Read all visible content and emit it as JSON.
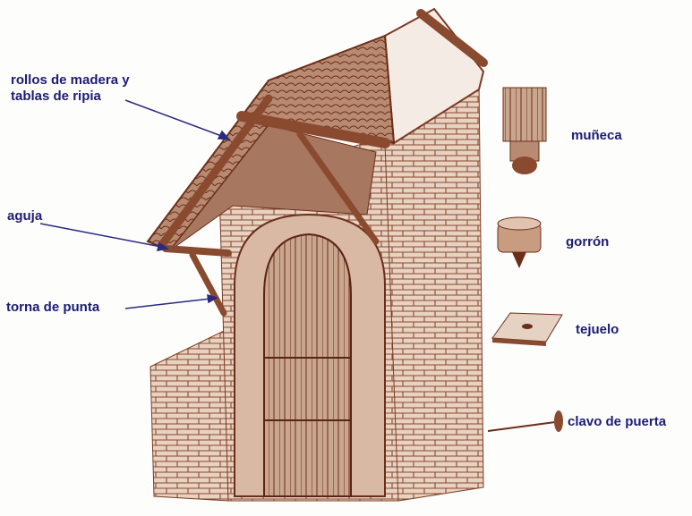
{
  "labels": {
    "rollos_line1": "rollos de madera y",
    "rollos_line2": "tablas de ripia",
    "aguja": "aguja",
    "torna": "torna de punta",
    "muneca": "muñeca",
    "gorron": "gorrón",
    "tejuelo": "tejuelo",
    "clavo": "clavo de puerta"
  },
  "colors": {
    "label": "#1c1c74",
    "ink": "#7a3a22",
    "wash": "#c89c80"
  }
}
